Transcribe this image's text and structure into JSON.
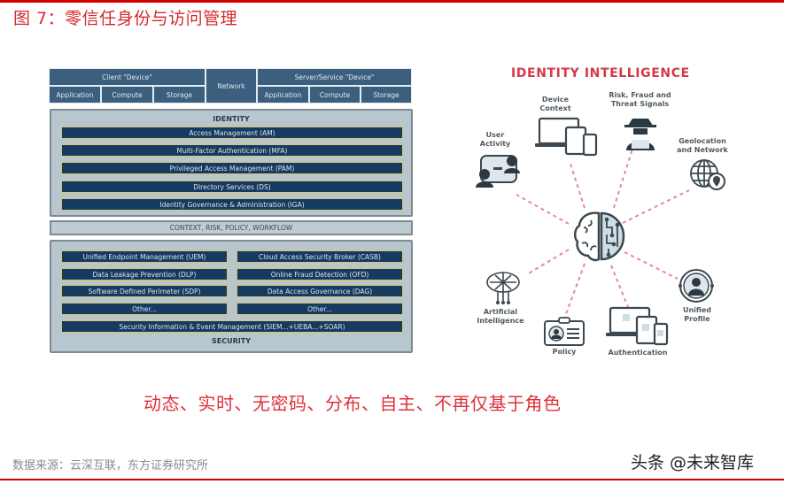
{
  "figure": {
    "title": "图 7：零信任身份与访问管理",
    "tagline": "动态、实时、无密码、分布、自主、不再仅基于角色",
    "source": "数据来源：云深互联，东方证券研究所",
    "watermark": "头条 @未来智库",
    "accent_color": "#d40000"
  },
  "architecture": {
    "client_device": {
      "label": "Client \"Device\"",
      "items": [
        "Application",
        "Compute",
        "Storage"
      ]
    },
    "network": {
      "label": "Network"
    },
    "server_device": {
      "label": "Server/Service \"Device\"",
      "items": [
        "Application",
        "Compute",
        "Storage"
      ]
    },
    "identity": {
      "title": "IDENTITY",
      "items": [
        "Access Management (AM)",
        "Multi-Factor Authentication (MFA)",
        "Privileged Access Management (PAM)",
        "Directory Services (DS)",
        "Identity Governance & Administration (IGA)"
      ]
    },
    "context_bar": "CONTEXT, RISK, POLICY, WORKFLOW",
    "security": {
      "title": "SECURITY",
      "left": [
        "Unified Endpoint Management (UEM)",
        "Data Leakage Prevention (DLP)",
        "Software Defined Perimeter (SDP)",
        "Other..."
      ],
      "right": [
        "Cloud Access Security Broker (CASB)",
        "Online Fraud Detection (OFD)",
        "Data Access Governance (DAG)",
        "Other..."
      ],
      "bottom": "Security Information & Event Management (SIEM...+UEBA...+SOAR)"
    },
    "colors": {
      "device_band": "#3c5f7f",
      "bar_fill": "#173a60",
      "bar_border": "#c9c79a",
      "frame_fill": "#b7c6cf"
    }
  },
  "identity_intelligence": {
    "title": "IDENTITY INTELLIGENCE",
    "title_color": "#d33a47",
    "center": "brain-icon",
    "nodes": [
      {
        "label_line1": "User",
        "label_line2": "Activity",
        "icon": "user-activity-icon"
      },
      {
        "label_line1": "Device",
        "label_line2": "Context",
        "icon": "devices-icon"
      },
      {
        "label_line1": "Risk, Fraud and",
        "label_line2": "Threat Signals",
        "icon": "hacker-icon"
      },
      {
        "label_line1": "Geolocation",
        "label_line2": "and Network",
        "icon": "globe-location-icon"
      },
      {
        "label_line1": "Unified",
        "label_line2": "Profile",
        "icon": "profile-icon"
      },
      {
        "label_line1": "Authentication",
        "label_line2": "",
        "icon": "devices-check-icon"
      },
      {
        "label_line1": "Policy",
        "label_line2": "",
        "icon": "id-card-icon"
      },
      {
        "label_line1": "Artificial",
        "label_line2": "Intelligence",
        "icon": "neural-tree-icon"
      }
    ]
  }
}
